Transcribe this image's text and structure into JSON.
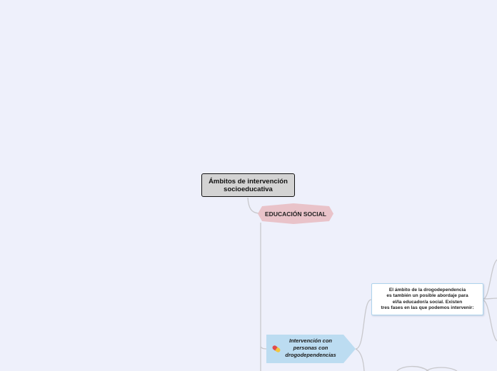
{
  "mindmap": {
    "root": {
      "text": "Ámbitos de intervención\nsocioeducativa"
    },
    "educacion_social": {
      "text": "EDUCACIÓN SOCIAL"
    },
    "intervencion": {
      "text": "Intervención con\npersonas con\ndrogodependencias",
      "icon": "pill-icon"
    },
    "info": {
      "text": "El ámbito de la drogodependencia\nes también un posible abordaje para\nel/la educador/a social. Existen\ntres fases en las que podemos intervenir:"
    }
  },
  "colors": {
    "background": "#eef0fb",
    "root_fill": "#d3d3d3",
    "root_border": "#111111",
    "edu_fill": "#e9c3c9",
    "interv_fill": "#bcdcf1",
    "info_border": "#aed3ec",
    "connector": "#c8c8cc"
  }
}
